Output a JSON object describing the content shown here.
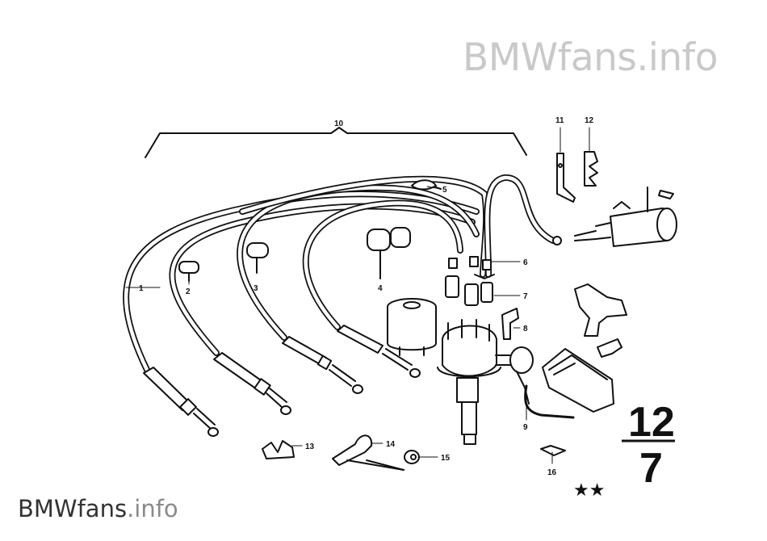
{
  "watermark": {
    "top_brand": "BMWfans",
    "top_suffix": ".info",
    "bottom_brand": "BMWfans",
    "bottom_suffix": ".info"
  },
  "diagram": {
    "group_code": {
      "top": "12",
      "bottom": "7"
    },
    "marker": "★★",
    "callouts": [
      {
        "id": "1",
        "label": "1",
        "part": "ignition-lead-long"
      },
      {
        "id": "2",
        "label": "2",
        "part": "sleeve-small"
      },
      {
        "id": "3",
        "label": "3",
        "part": "sleeve"
      },
      {
        "id": "4",
        "label": "4",
        "part": "sleeve-pair"
      },
      {
        "id": "5",
        "label": "5",
        "part": "clip"
      },
      {
        "id": "6",
        "label": "6",
        "part": "lead-clip"
      },
      {
        "id": "7",
        "label": "7",
        "part": "plug-connector"
      },
      {
        "id": "8",
        "label": "8",
        "part": "angle-connector"
      },
      {
        "id": "9",
        "label": "9",
        "part": "vacuum-hose"
      },
      {
        "id": "10",
        "label": "10",
        "part": "ignition-lead-set"
      },
      {
        "id": "11",
        "label": "11",
        "part": "holder-bracket"
      },
      {
        "id": "12",
        "label": "12",
        "part": "cable-clip"
      },
      {
        "id": "13",
        "label": "13",
        "part": "double-clip"
      },
      {
        "id": "14",
        "label": "14",
        "part": "bracket-clamp"
      },
      {
        "id": "15",
        "label": "15",
        "part": "grommet"
      },
      {
        "id": "16",
        "label": "16",
        "part": "cable-tie"
      }
    ]
  }
}
